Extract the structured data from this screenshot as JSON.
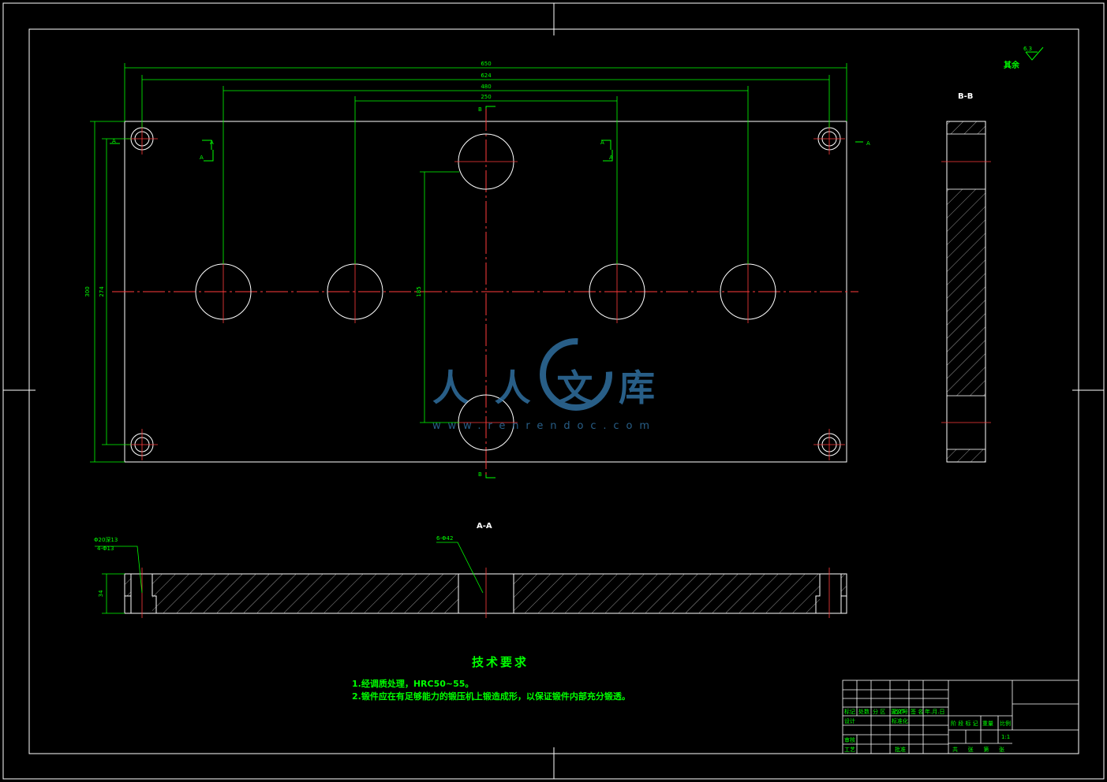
{
  "dimensions": {
    "total_length": "650",
    "hole_span_outer": "624",
    "hole_span_middle": "480",
    "hole_span_inner": "250",
    "plate_height": "300",
    "corner_hole_span_vertical": "274",
    "center_hole_span_vertical": "185",
    "plate_thickness": "34"
  },
  "section_marks": {
    "a": "A",
    "b": "B",
    "aa_title": "A-A",
    "bb_title": "B-B"
  },
  "callouts": {
    "counterbore_note": "Φ20深13",
    "corner_holes_note": "4-Φ13",
    "big_holes_note": "6-Φ42"
  },
  "surface_finish": {
    "label": "其余",
    "value": "6.3"
  },
  "technical_requirements": {
    "title": "技术要求",
    "items": [
      "1.经调质处理，HRC50~55。",
      "2.锻件应在有足够能力的锻压机上锻造成形，以保证锻件内部充分锻透。"
    ]
  },
  "title_block": {
    "row_labels": [
      "标记",
      "处数",
      "分 区",
      "更改文件号",
      "签 名",
      "年.月.日"
    ],
    "design": "设计",
    "standardize": "标准化",
    "review": "审核",
    "process": "工艺",
    "approve": "批准",
    "stage_marks": "阶 段 标 记",
    "weight": "重量",
    "scale": "比例",
    "scale_value": "1:1",
    "sheets": "共   张   第   张"
  },
  "watermark": {
    "text": "人人文库",
    "url": "www.renrendoc.com"
  },
  "colors": {
    "background": "#000000",
    "outline": "#ffffff",
    "dimension": "#00ff00",
    "centerline": "#ff3b3b",
    "hatch": "#bfbfbf",
    "text": "#00ff00",
    "watermark": "#2f6f9f"
  }
}
